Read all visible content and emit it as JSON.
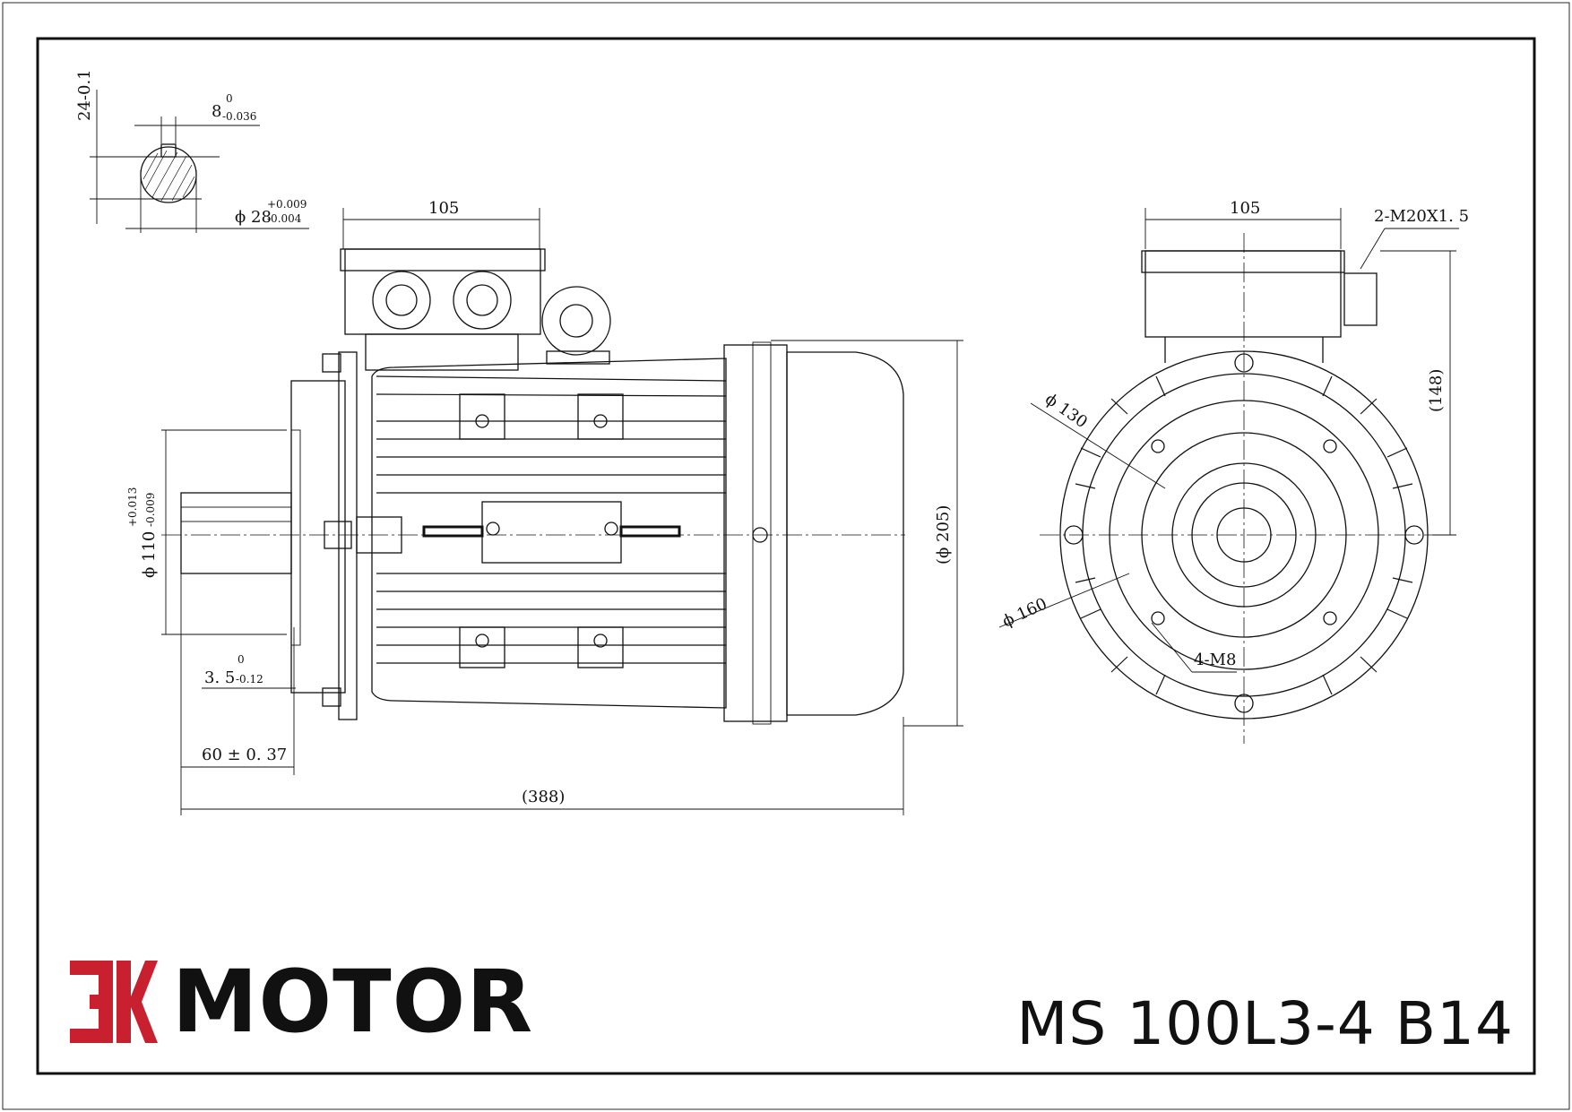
{
  "brand": {
    "logo_mark": "EK",
    "word": "MOTOR",
    "logo_color": "#c8202f"
  },
  "model": "MS 100L3-4 B14",
  "key_detail": {
    "key_height": "24-0.1",
    "key_width_base": "8",
    "key_width_tol_upper": "0",
    "key_width_tol_lower": "-0.036",
    "shaft_dia_base": "ϕ 28",
    "shaft_dia_tol_upper": "+0.009",
    "shaft_dia_tol_lower": "-0.004"
  },
  "side_view": {
    "terminal_box_width": "105",
    "flange_dia_base": "ϕ 110",
    "flange_dia_tol_upper": "+0.013",
    "flange_dia_tol_lower": "-0.009",
    "spigot_base": "3. 5",
    "spigot_tol_upper": "0",
    "spigot_tol_lower": "-0.12",
    "shaft_length": "60 ± 0. 37",
    "overall_length": "(388)",
    "overall_height": "(ϕ 205)"
  },
  "front_view": {
    "terminal_box_width": "105",
    "cable_gland": "2-M20X1. 5",
    "center_height": "(148)",
    "pcd": "ϕ 130",
    "flange_dia": "ϕ 160",
    "bolt_holes": "4-M8"
  }
}
